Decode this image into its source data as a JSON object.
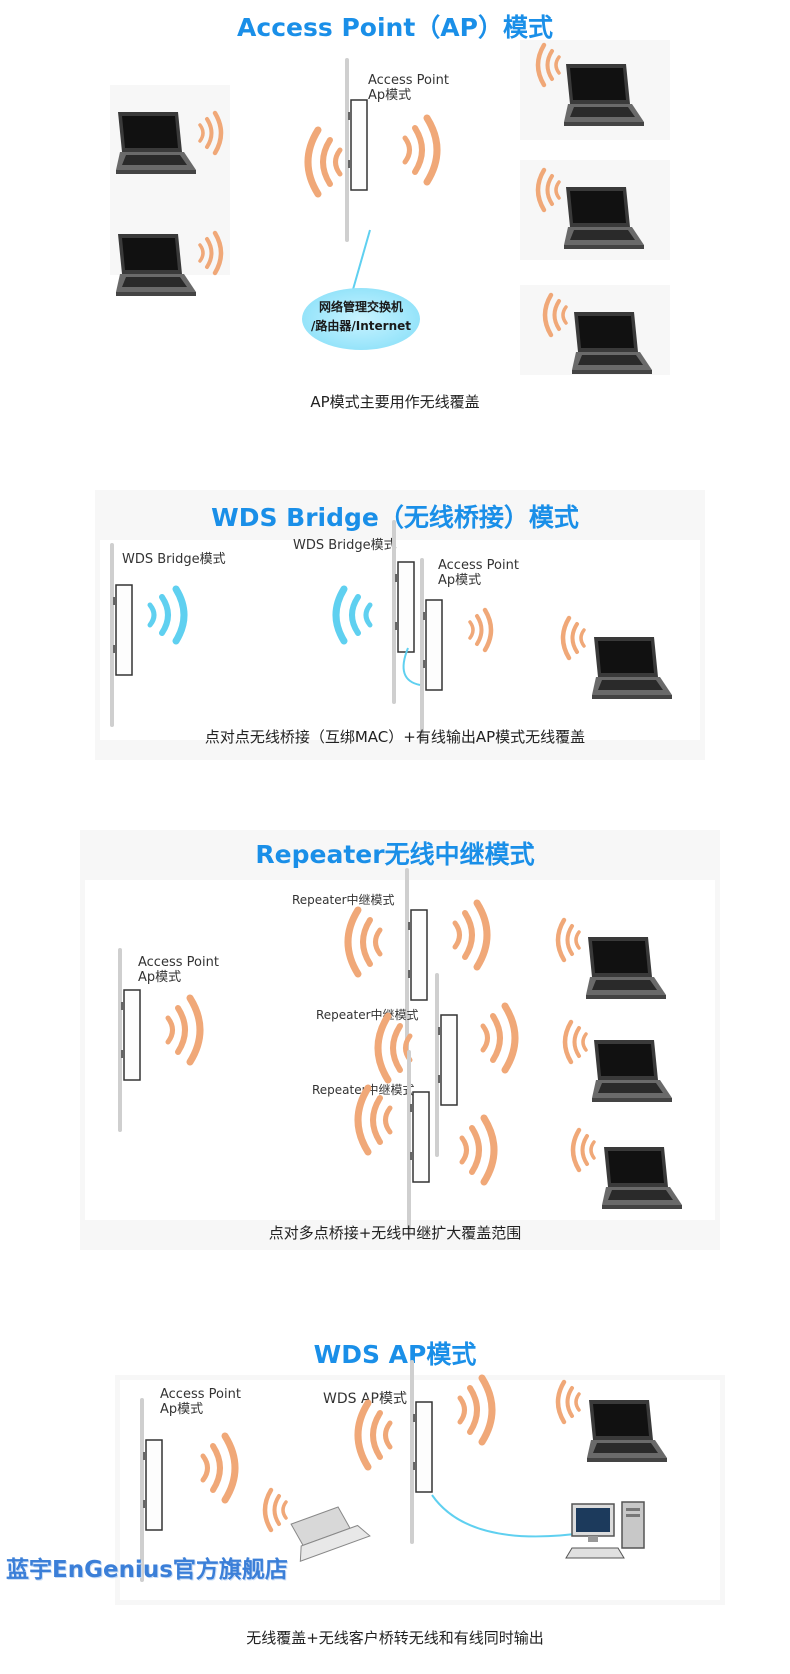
{
  "sections": [
    {
      "title": "Access Point（AP）模式",
      "ap_label": [
        "Access Point",
        "Ap模式"
      ],
      "cloud_label": [
        "网络管理交换机",
        "/路由器/Internet"
      ],
      "caption": "AP模式主要用作无线覆盖"
    },
    {
      "title": "WDS Bridge（无线桥接）模式",
      "bridge_left_label": "WDS Bridge模式",
      "bridge_mid_label": "WDS Bridge模式",
      "ap_label": [
        "Access Point",
        "Ap模式"
      ],
      "caption": "点对点无线桥接（互绑MAC）+有线输出AP模式无线覆盖"
    },
    {
      "title": "Repeater无线中继模式",
      "ap_label": [
        "Access Point",
        "Ap模式"
      ],
      "repeater_labels": [
        "Repeater中继模式",
        "Repeater中继模式",
        "Repeater中继模式"
      ],
      "caption": "点对多点桥接+无线中继扩大覆盖范围"
    },
    {
      "title": "WDS AP模式",
      "ap_label": [
        "Access Point",
        "Ap模式"
      ],
      "wds_ap_label": "WDS AP模式",
      "caption": "无线覆盖+无线客户桥转无线和有线同时输出"
    }
  ],
  "watermark": "蓝宇EnGenius官方旗舰店",
  "colors": {
    "title": "#1a8fe8",
    "wave_orange": "#f0a878",
    "wave_blue": "#5fd0f0",
    "cable": "#5fd0f0"
  },
  "icons": [
    "laptop-icon",
    "access-point-device-icon",
    "wifi-wave-icon",
    "desktop-computer-icon",
    "network-cloud-icon"
  ]
}
